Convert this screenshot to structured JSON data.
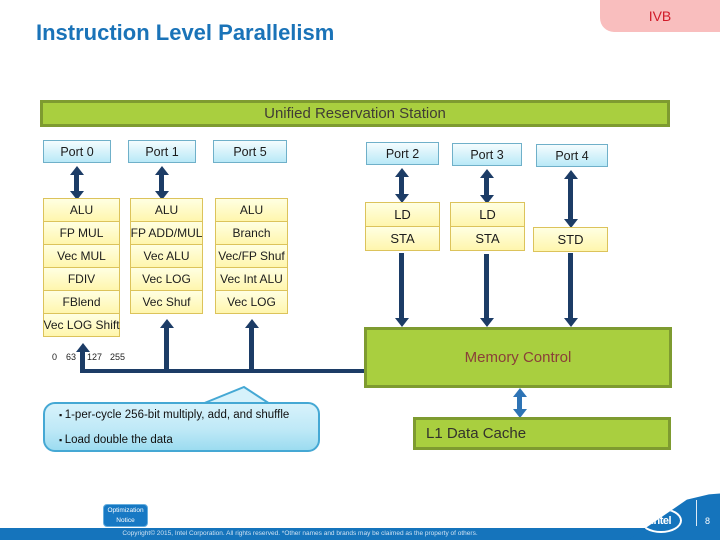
{
  "slide": {
    "tag": "IVB",
    "title": "Instruction Level Parallelism",
    "page_number": "8",
    "footer_copyright": "Copyright© 2015, Intel Corporation. All rights reserved. *Other names and brands may be claimed as the property of others.",
    "optimization_notice": "Optimization Notice",
    "logo_text": "intel"
  },
  "diagram": {
    "station_label": "Unified Reservation Station",
    "memory_control_label": "Memory Control",
    "l1_cache_label": "L1 Data Cache",
    "ruler_ticks": [
      "0",
      "63",
      "127",
      "255"
    ],
    "ports": [
      {
        "id": "port0",
        "label": "Port 0",
        "units": [
          "ALU",
          "FP MUL",
          "Vec MUL",
          "FDIV",
          "FBlend",
          "Vec LOG Shift"
        ]
      },
      {
        "id": "port1",
        "label": "Port 1",
        "units": [
          "ALU",
          "FP ADD/MUL",
          "Vec ALU",
          "Vec LOG",
          "Vec Shuf"
        ]
      },
      {
        "id": "port5",
        "label": "Port 5",
        "units": [
          "ALU",
          "Branch",
          "Vec/FP Shuf",
          "Vec Int ALU",
          "Vec LOG"
        ]
      },
      {
        "id": "port2",
        "label": "Port 2",
        "units": [
          "LD",
          "STA"
        ]
      },
      {
        "id": "port3",
        "label": "Port 3",
        "units": [
          "LD",
          "STA"
        ]
      },
      {
        "id": "port4",
        "label": "Port 4",
        "units": [
          "STD"
        ]
      }
    ]
  },
  "callout": {
    "bullets": [
      "1-per-cycle 256-bit multiply, add, and shuffle",
      "Load double the data"
    ]
  },
  "colors": {
    "title_blue": "#1a73b8",
    "tag_pink": "#f9bebe",
    "tag_red": "#d11a28",
    "green_fill": "#a9cf3f",
    "green_border": "#7e9b30",
    "yellow_fill": "#fff6ad",
    "cyan_fill": "#b9e9f7",
    "arrow_navy": "#1c3c66",
    "arrow_blue": "#2e74b5",
    "footer_blue": "#1574bc",
    "memory_text_maroon": "#8a4038"
  }
}
